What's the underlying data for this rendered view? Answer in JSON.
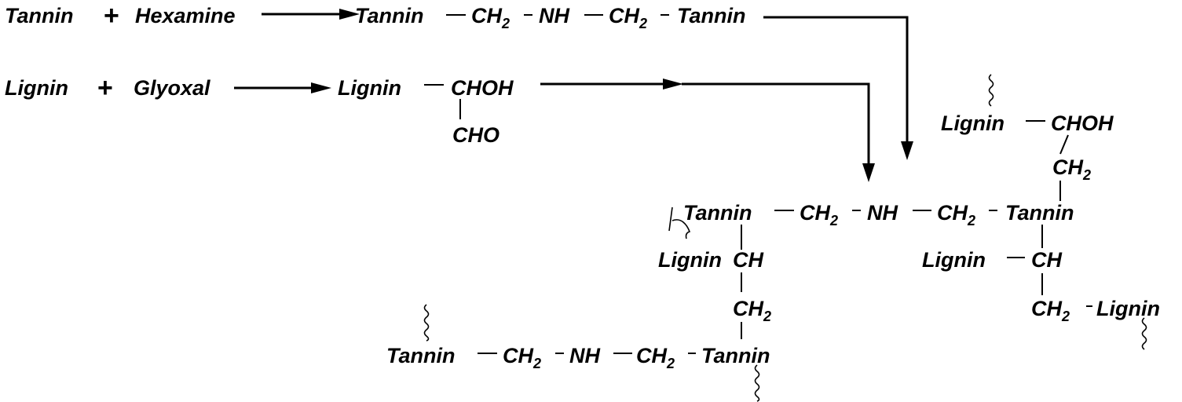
{
  "reaction1": {
    "reactant_a": "Tannin",
    "plus": "+",
    "reactant_b": "Hexamine",
    "product": {
      "left": "Tannin",
      "ch2_a": "CH",
      "ch2_a_sub": "2",
      "nh": "NH",
      "ch2_b": "CH",
      "ch2_b_sub": "2",
      "right": "Tannin"
    }
  },
  "reaction2": {
    "reactant_a": "Lignin",
    "plus": "+",
    "reactant_b": "Glyoxal",
    "product": {
      "left": "Lignin",
      "group": "CHOH",
      "branch": "CHO"
    }
  },
  "network": {
    "top_right": {
      "lignin": "Lignin",
      "chohh": "CHOH",
      "ch2": "CH",
      "ch2_sub": "2"
    },
    "main_chain": {
      "left": "Tannin",
      "ch2_a": "CH",
      "ch2_a_sub": "2",
      "nh": "NH",
      "ch2_b": "CH",
      "ch2_b_sub": "2",
      "right": "Tannin"
    },
    "left_branch": {
      "lignin": "Lignin",
      "ch": "CH",
      "ch2": "CH",
      "ch2_sub": "2"
    },
    "right_branch": {
      "lignin": "Lignin",
      "ch": "CH",
      "ch2": "CH",
      "ch2_sub": "2",
      "lignin_end": "Lignin"
    },
    "bottom_chain": {
      "left": "Tannin",
      "ch2_a": "CH",
      "ch2_a_sub": "2",
      "nh": "NH",
      "ch2_b": "CH",
      "ch2_b_sub": "2",
      "right": "Tannin"
    }
  }
}
